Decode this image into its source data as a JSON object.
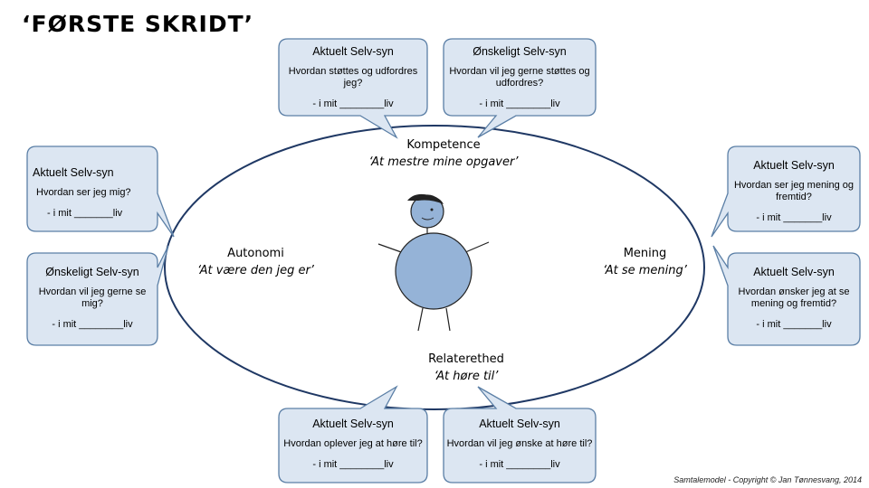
{
  "title": "‘FØRSTE SKRIDT’",
  "center_labels": {
    "top": {
      "name": "Kompetence",
      "quote": "‘At mestre mine opgaver’"
    },
    "left": {
      "name": "Autonomi",
      "quote": "‘At være den jeg er’"
    },
    "right": {
      "name": "Mening",
      "quote": "‘At se mening’"
    },
    "bottom": {
      "name": "Relaterethed",
      "quote": "‘At høre til’"
    }
  },
  "boxes": {
    "top_left": {
      "heading": "Aktuelt Selv-syn",
      "question": "Hvordan støttes og udfordres jeg?",
      "fill": "- i mit ________liv"
    },
    "top_right": {
      "heading": "Ønskeligt Selv-syn",
      "question": "Hvordan vil jeg gerne støttes og udfordres?",
      "fill": "- i mit ________liv"
    },
    "left_top": {
      "heading": "Aktuelt Selv-syn",
      "question": "Hvordan ser jeg mig?",
      "fill": "- i mit _______liv"
    },
    "left_bottom": {
      "heading": "Ønskeligt Selv-syn",
      "question": "Hvordan vil jeg gerne se mig?",
      "fill": "- i mit ________liv"
    },
    "right_top": {
      "heading": "Aktuelt Selv-syn",
      "question": "Hvordan ser jeg mening og fremtid?",
      "fill": "- i mit _______liv"
    },
    "right_bottom": {
      "heading": "Aktuelt Selv-syn",
      "question": "Hvordan ønsker jeg at se mening og fremtid?",
      "fill": "- i mit _______liv"
    },
    "bottom_left": {
      "heading": "Aktuelt Selv-syn",
      "question": "Hvordan oplever jeg at høre til?",
      "fill": "- i mit ________liv"
    },
    "bottom_right": {
      "heading": "Aktuelt Selv-syn",
      "question": "Hvordan vil jeg ønske at høre til?",
      "fill": "- i mit ________liv"
    }
  },
  "footer": "Samtalemodel -  Copyright © Jan Tønnesvang, 2014",
  "colors": {
    "bubble_fill": "#dce6f2",
    "bubble_stroke": "#5b7fa6",
    "figure_fill": "#95b3d7",
    "ellipse_stroke": "#1f3864"
  }
}
